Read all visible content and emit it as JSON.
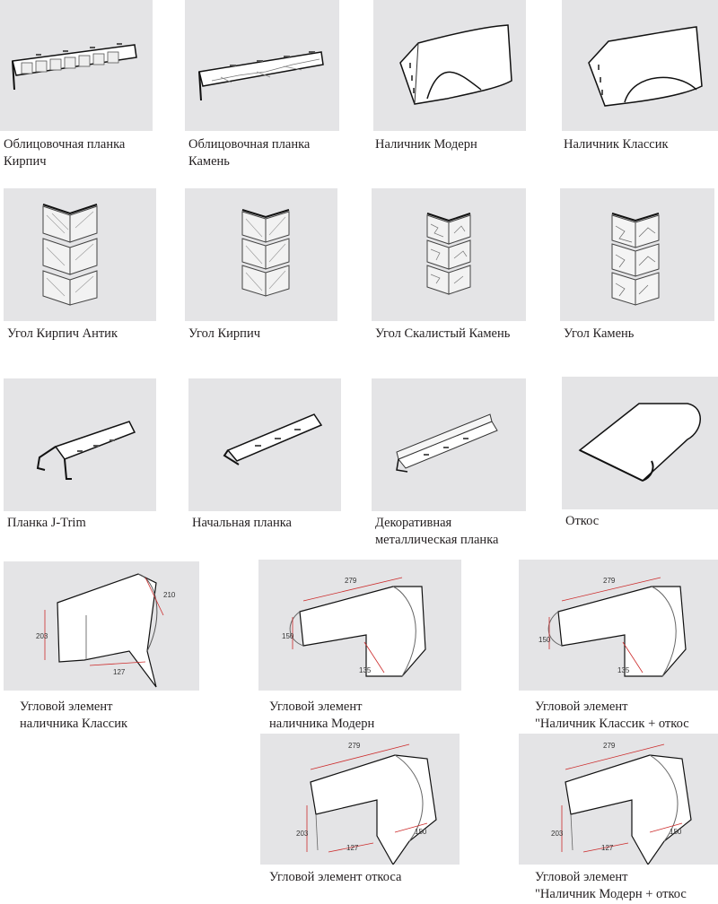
{
  "items": [
    {
      "l1": "Облицовочная планка",
      "l2": "Кирпич"
    },
    {
      "l1": "Облицовочная планка",
      "l2": "Камень"
    },
    {
      "l1": "Наличник Модерн",
      "l2": ""
    },
    {
      "l1": "Наличник Классик",
      "l2": ""
    },
    {
      "l1": "Угол Кирпич Антик",
      "l2": ""
    },
    {
      "l1": "Угол Кирпич",
      "l2": ""
    },
    {
      "l1": "Угол Скалистый Камень",
      "l2": ""
    },
    {
      "l1": "Угол Камень",
      "l2": ""
    },
    {
      "l1": "Планка J-Trim",
      "l2": ""
    },
    {
      "l1": "Начальная планка",
      "l2": ""
    },
    {
      "l1": "Декоративная",
      "l2": "металлическая планка"
    },
    {
      "l1": "Откос",
      "l2": ""
    },
    {
      "l1": "Угловой элемент",
      "l2": "наличника Классик"
    },
    {
      "l1": "Угловой элемент",
      "l2": "наличника Модерн"
    },
    {
      "l1": "Угловой элемент",
      "l2": "\"Наличник Классик + откос"
    },
    {
      "l1": "Угловой элемент откоса",
      "l2": ""
    },
    {
      "l1": "Угловой элемент",
      "l2": "\"Наличник Модерн + откос"
    }
  ],
  "dims": {
    "classic": {
      "a": "210",
      "b": "203",
      "c": "127"
    },
    "modern": {
      "a": "279",
      "b": "150",
      "c": "135"
    },
    "classic_otkos": {
      "a": "279",
      "b": "150",
      "c": "135"
    },
    "otkos": {
      "a": "279",
      "b": "203",
      "c": "127",
      "d": "150"
    },
    "modern_otkos": {
      "a": "279",
      "b": "203",
      "c": "127",
      "d": "150"
    }
  }
}
